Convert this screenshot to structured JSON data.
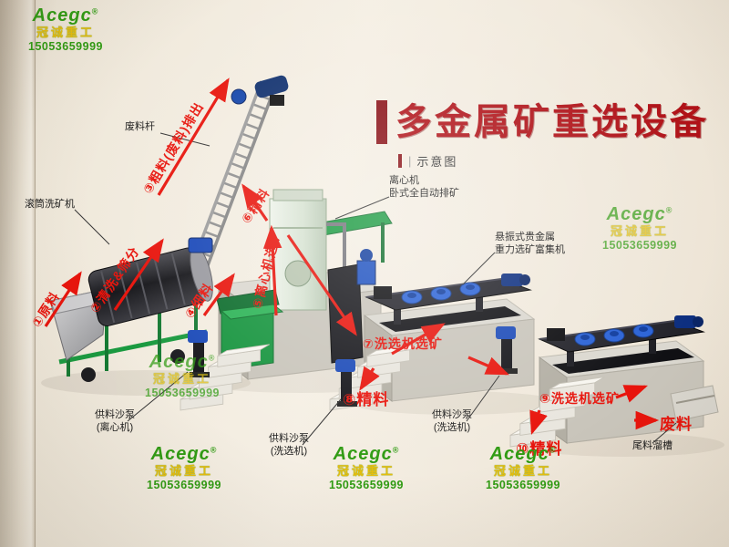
{
  "title": {
    "main": "多金属矿重选设备",
    "subtitle_sep": "|",
    "subtitle": "示意图"
  },
  "brand": {
    "name": "Acegc",
    "reg": "®",
    "company": "冠诚重工",
    "phone": "15053659999"
  },
  "machine_labels": {
    "waste_rod": {
      "l1": "废料杆"
    },
    "drum_washer": {
      "l1": "滚筒洗矿机"
    },
    "centrifuge": {
      "l1": "离心机",
      "l2": "卧式全自动排矿"
    },
    "shaker": {
      "l1": "悬振式贵金属",
      "l2": "重力选矿富集机"
    },
    "pump_centrifuge": {
      "l1": "供料沙泵",
      "l2": "(离心机)"
    },
    "pump_washer_mid": {
      "l1": "供料沙泵",
      "l2": "(洗选机)"
    },
    "pump_washer_right": {
      "l1": "供料沙泵",
      "l2": "(洗选机)"
    },
    "tailings_chute": {
      "l1": "尾料溜槽"
    }
  },
  "flow_labels": {
    "s1": "①原料",
    "s2": "②清洗&筛分",
    "s3": "③粗料(废料)排出",
    "s4": "④细料",
    "s5": "⑤离心机选矿",
    "s6": "⑥精料",
    "s7": "⑦洗选机选矿",
    "s8": "⑧精料",
    "s9": "⑨洗选机选矿",
    "s10": "⑩精料",
    "waste": "废料"
  },
  "colors": {
    "title_red": "#b01218",
    "flow_red": "#e8140c",
    "brand_green": "#2f9b12",
    "brand_yellow": "#e5bd0f",
    "machine_green": "#1a9a40",
    "background": "#f2ecdf"
  }
}
